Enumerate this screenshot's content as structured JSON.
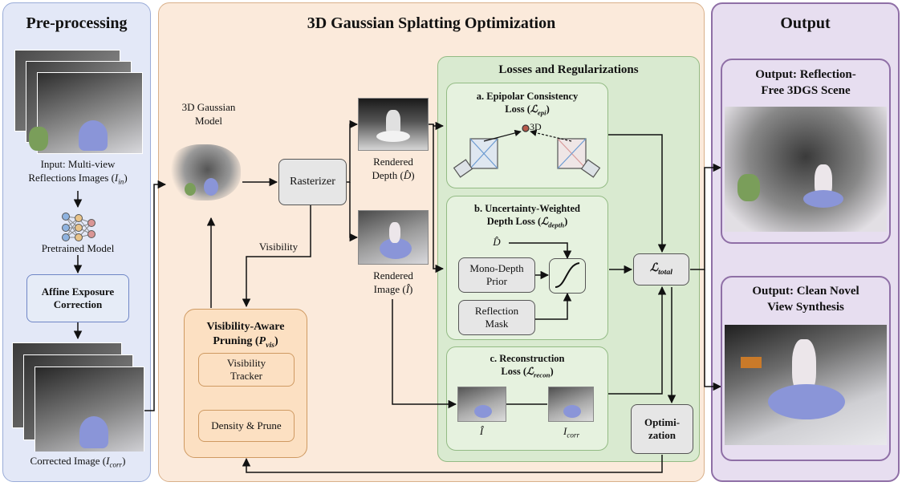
{
  "preprocessing": {
    "title": "Pre-processing",
    "input_label_1": "Input: Multi-view",
    "input_label_2": "Reflections  Images (",
    "input_sym": "I",
    "input_sub": "in",
    "pretrained_label": "Pretrained Model",
    "affine_label_1": "Affine Exposure",
    "affine_label_2": "Correction",
    "corrected_label": "Corrected Image (",
    "corrected_sym": "I",
    "corrected_sub": "corr"
  },
  "optimization": {
    "title": "3D Gaussian Splatting Optimization",
    "model_label_1": "3D Gaussian",
    "model_label_2": "Model",
    "rasterizer": "Rasterizer",
    "visibility": "Visibility",
    "depth_label_1": "Rendered",
    "depth_label_2": "Depth (",
    "depth_sym": "D̂",
    "image_label_1": "Rendered",
    "image_label_2": "Image (",
    "image_sym": "Î",
    "pruning_title_1": "Visibility-Aware",
    "pruning_title_2": "Pruning (",
    "pruning_sym": "P",
    "pruning_sub": "vis",
    "tracker_1": "Visibility",
    "tracker_2": "Tracker",
    "density": "Density & Prune",
    "optim_1": "Optimi-",
    "optim_2": "zation"
  },
  "losses": {
    "title": "Losses and Regularizations",
    "epi_title_1": "a. Epipolar Consistency",
    "epi_title_2": "Loss (",
    "epi_sym": "ℒ",
    "epi_sub": "epi",
    "point_3d": "3D",
    "depth_title_1": "b. Uncertainty-Weighted",
    "depth_title_2": "Depth Loss (",
    "depth_sym": "ℒ",
    "depth_sub": "depth",
    "dhat": "D̂",
    "mono_1": "Mono-Depth",
    "mono_2": "Prior",
    "refl_1": "Reflection",
    "refl_2": "Mask",
    "recon_title_1": "c. Reconstruction",
    "recon_title_2": "Loss (",
    "recon_sym": "ℒ",
    "recon_sub": "recon",
    "ihat": "Î",
    "icorr_sym": "I",
    "icorr_sub": "corr",
    "total_sym": "ℒ",
    "total_sub": "total"
  },
  "output": {
    "title": "Output",
    "out1_1": "Output: Reflection-",
    "out1_2": "Free 3DGS Scene",
    "out2_1": "Output: Clean Novel",
    "out2_2": "View Synthesis"
  },
  "colors": {
    "pre_bg": "#e3e8f7",
    "pre_border": "#9aacd8",
    "opt_bg": "#fbeadb",
    "opt_border": "#d9b08a",
    "loss_bg": "#e2efd9",
    "loss_border": "#93bb84",
    "out_bg": "#e7def0",
    "out_border": "#8f6fa6",
    "node_gray": "#e6e6e6"
  }
}
